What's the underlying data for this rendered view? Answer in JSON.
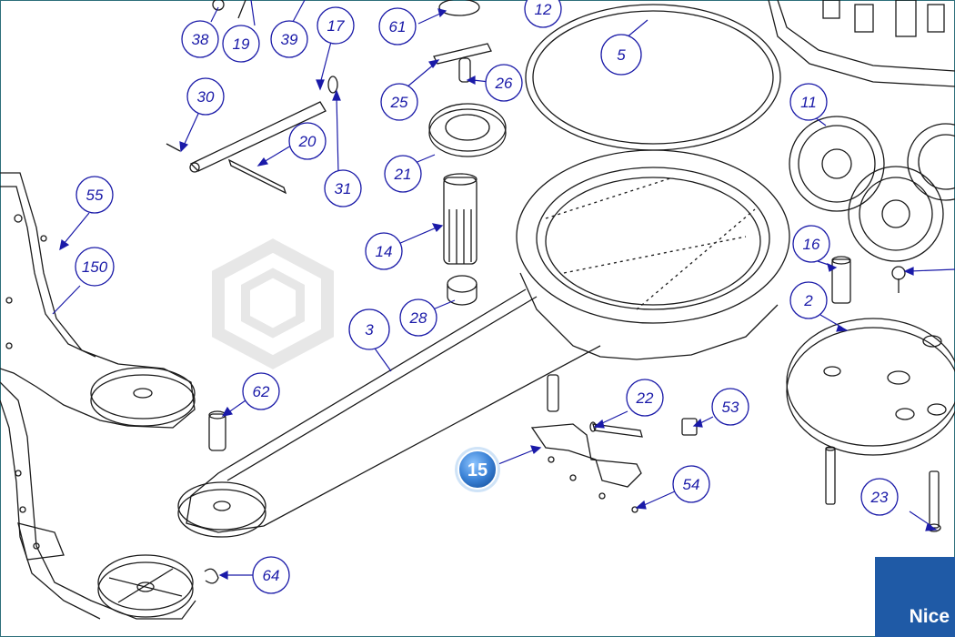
{
  "diagram": {
    "callouts": [
      {
        "id": "38",
        "label": "38"
      },
      {
        "id": "19",
        "label": "19"
      },
      {
        "id": "39",
        "label": "39"
      },
      {
        "id": "17",
        "label": "17"
      },
      {
        "id": "61",
        "label": "61"
      },
      {
        "id": "12",
        "label": "12"
      },
      {
        "id": "5",
        "label": "5"
      },
      {
        "id": "26",
        "label": "26"
      },
      {
        "id": "25",
        "label": "25"
      },
      {
        "id": "30",
        "label": "30"
      },
      {
        "id": "20",
        "label": "20"
      },
      {
        "id": "31",
        "label": "31"
      },
      {
        "id": "21",
        "label": "21"
      },
      {
        "id": "11",
        "label": "11"
      },
      {
        "id": "55",
        "label": "55"
      },
      {
        "id": "150",
        "label": "150"
      },
      {
        "id": "14",
        "label": "14"
      },
      {
        "id": "16",
        "label": "16"
      },
      {
        "id": "2",
        "label": "2"
      },
      {
        "id": "28",
        "label": "28"
      },
      {
        "id": "3",
        "label": "3"
      },
      {
        "id": "62",
        "label": "62"
      },
      {
        "id": "22",
        "label": "22"
      },
      {
        "id": "53",
        "label": "53"
      },
      {
        "id": "54",
        "label": "54"
      },
      {
        "id": "23",
        "label": "23"
      },
      {
        "id": "64",
        "label": "64"
      }
    ],
    "highlighted": {
      "label": "15"
    }
  },
  "brand": {
    "name": "Nice",
    "color": "#1f5aa6"
  },
  "colors": {
    "callout": "#1a1aa8",
    "line": "#1a1a1a",
    "badge": "#3b82d6"
  }
}
